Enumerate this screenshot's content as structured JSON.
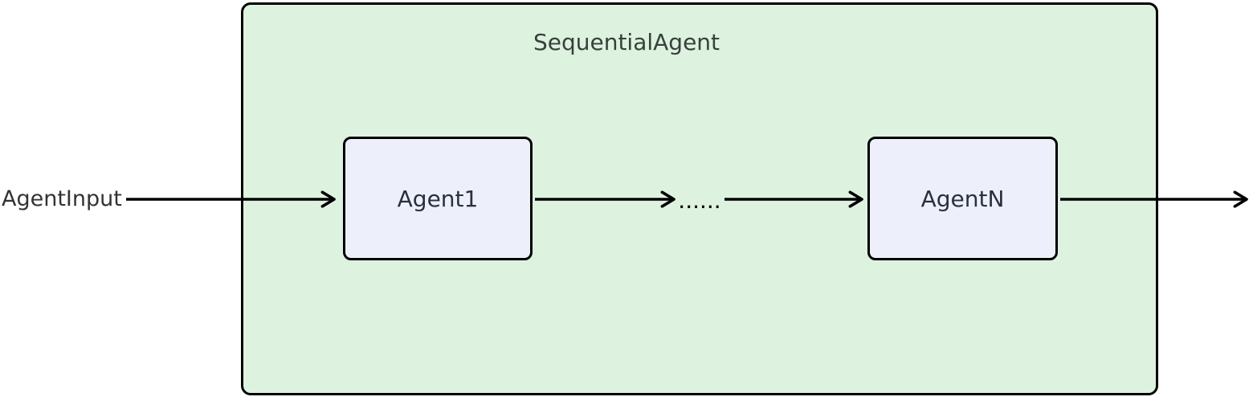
{
  "colors": {
    "background": "#ffffff",
    "cluster_fill": "#def2e0",
    "cluster_border": "#000000",
    "node_fill": "#edf0fa",
    "node_border": "#000000",
    "node_text": "#2b3040",
    "title_text": "#37413b",
    "label_text": "#333333",
    "arrow": "#000000"
  },
  "diagram": {
    "type": "flowchart-left-to-right",
    "cluster": {
      "title": "SequentialAgent"
    },
    "input_label": "AgentInput",
    "nodes": [
      {
        "label": "Agent1"
      },
      {
        "label": "AgentN"
      }
    ],
    "ellipsis": "......",
    "edges": [
      {
        "from": "AgentInput",
        "to": "Agent1"
      },
      {
        "from": "Agent1",
        "to": "ellipsis"
      },
      {
        "from": "ellipsis",
        "to": "AgentN"
      },
      {
        "from": "AgentN",
        "to": "output"
      }
    ]
  }
}
